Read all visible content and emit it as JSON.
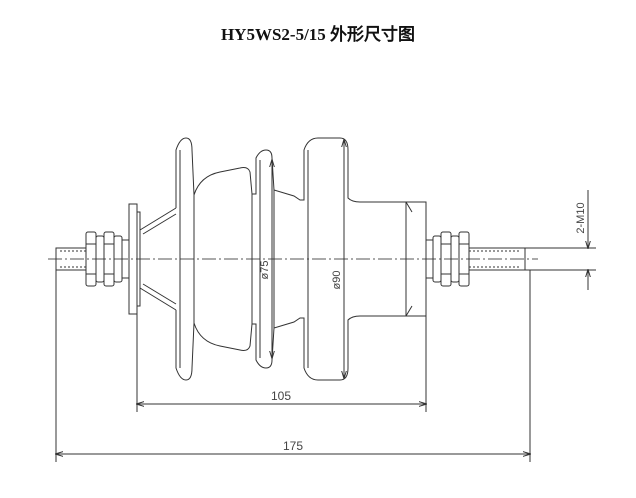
{
  "title": "HY5WS2-5/15 外形尺寸图",
  "dimensions": {
    "overall_length": "175",
    "body_length": "105",
    "shed_diameter_small": "ø75",
    "shed_diameter_large": "ø90",
    "thread_spec": "2-M10"
  },
  "colors": {
    "line": "#333333",
    "centerline": "#555555"
  }
}
